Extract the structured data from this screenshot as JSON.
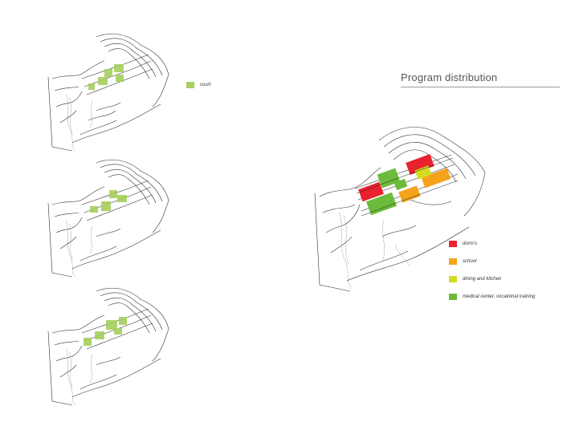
{
  "title": "Program distribution",
  "court_legend": {
    "label": "court",
    "color": "#a6cf5e"
  },
  "program_legend": [
    {
      "label": "dorm's",
      "color": "#e8232d"
    },
    {
      "label": "school",
      "color": "#f5a31b"
    },
    {
      "label": "dining and kitchen",
      "color": "#d3dc22"
    },
    {
      "label": "medical center, vocational training",
      "color": "#6cbb3c"
    }
  ]
}
